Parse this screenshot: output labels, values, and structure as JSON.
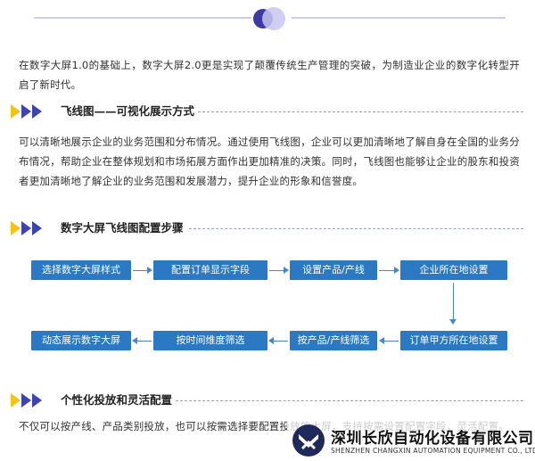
{
  "intro": {
    "text": "在数字大屏1.0的基础上，数字大屏2.0更是实现了颠覆传统生产管理的突破，为制造业企业的数字化转型开启了新时代。"
  },
  "sections": [
    {
      "title": "飞线图——可视化展示方式",
      "text": "可以清晰地展示企业的业务范围和分布情况。通过使用飞线图，企业可以更加清晰地了解自身在全国的业务分布情况，帮助企业在整体规划和市场拓展方面作出更加精准的决策。同时，飞线图也能够让企业的股东和投资者更加清晰地了解企业的业务范围和发展潜力，提升企业的形象和信誉度。"
    },
    {
      "title": "数字大屏飞线图配置步骤"
    },
    {
      "title": "个性化投放和灵活配置",
      "text": "不仅可以按产线、产品类别投放，也可以按需选择要配置投放的大屏，支持按需设置配置字段，灵活配置。"
    }
  ],
  "flow_steps": [
    "选择数字大屏样式",
    "配置订单显示字段",
    "设置产品/产线",
    "企业所在地设置",
    "订单甲方所在地设置",
    "按产品/产线筛选",
    "按时间维度筛选",
    "动态展示数字大屏"
  ],
  "watermark": {
    "company_cn": "深圳长欣自动化设备有限公司",
    "company_en": "SHENZHEN CHANGXIN AUTOMATION EQUIPMENT CO., LTD"
  },
  "colors": {
    "step_fill": "#2b79c2",
    "chevron_yellow": "#f3c316",
    "chevron_blue": "#3b44b0",
    "ornament": "#3f3aa2"
  }
}
